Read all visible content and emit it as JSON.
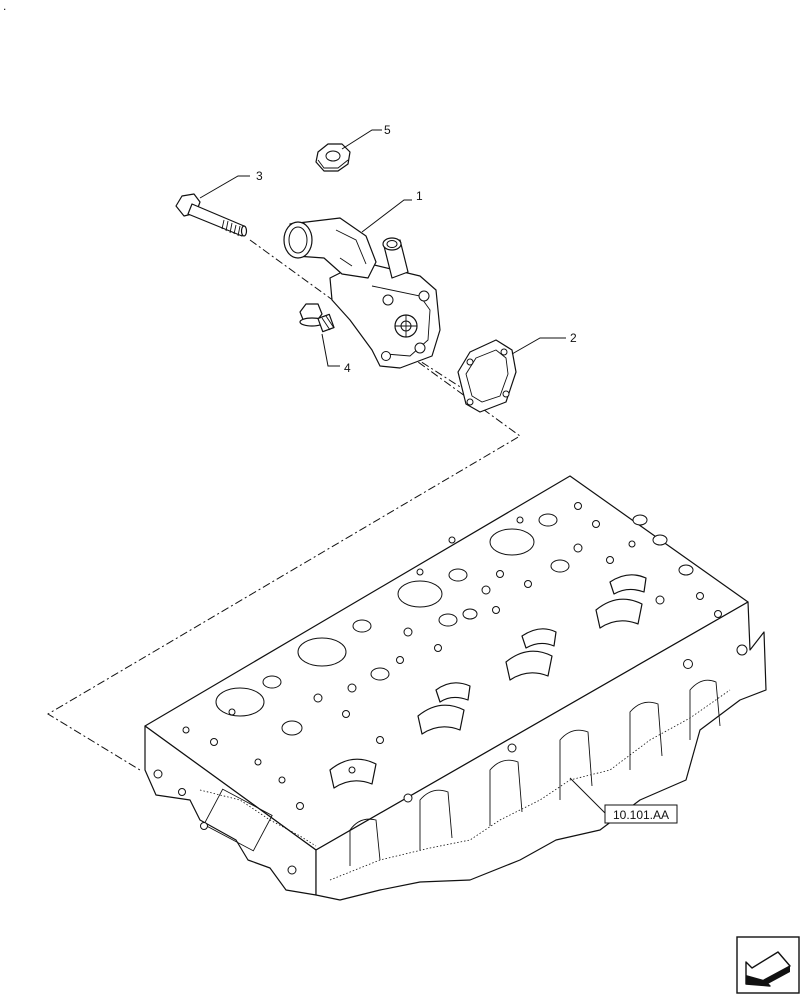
{
  "callouts": {
    "item1": "1",
    "item2": "2",
    "item3": "3",
    "item4": "4",
    "item5": "5"
  },
  "reference": {
    "label": "10.101.AA"
  },
  "corner_mark": ".",
  "icons": {
    "nav": "next-page-arrow-icon"
  }
}
